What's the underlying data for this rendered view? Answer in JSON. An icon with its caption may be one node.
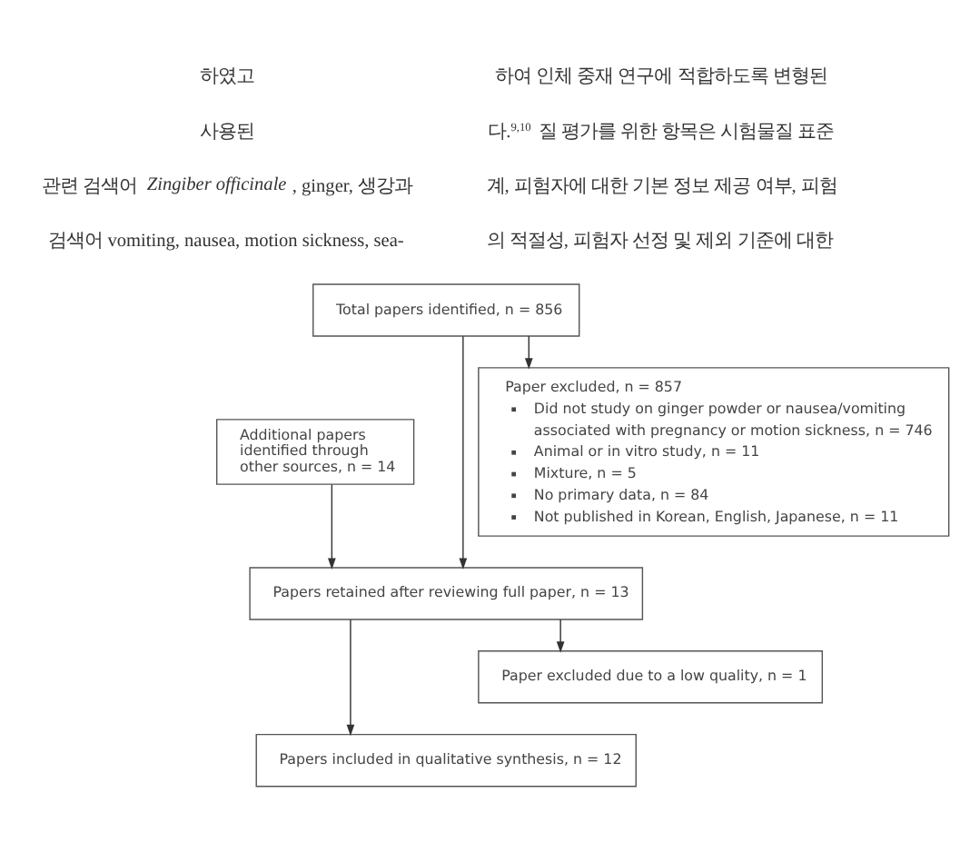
{
  "diagram": {
    "nodes": [
      {
        "text": [
          "Total papers identified, n = 856"
        ]
      },
      {
        "text": [
          "Paper excluded, n = 857",
          "Did not study on ginger powder or nausea/vomiting associated with pregnancy or motion sickness, n = 746",
          "Animal or in vitro study, n = 11",
          "Mixture, n = 5",
          "No primary data, n = 84",
          "Not published in Korean, English, Japanese, n = 11"
        ]
      },
      {
        "text": [
          "Additional papers identified through other sources, n = 14"
        ]
      },
      {
        "text": [
          "Papers retained after reviewing full paper, n = 13"
        ]
      },
      {
        "text": [
          "Paper excluded due to a low quality, n = 1"
        ]
      },
      {
        "text": [
          "Papers included in qualitative synthesis, n = 12"
        ]
      }
    ],
    "edges": [
      {
        "from": 0,
        "to": 1,
        "arrow": "to"
      },
      {
        "from": 0,
        "to": 3,
        "arrow": "to"
      },
      {
        "from": 2,
        "to": 3,
        "arrow": "to"
      },
      {
        "from": 3,
        "to": 4,
        "arrow": "to"
      },
      {
        "from": 3,
        "to": 5,
        "arrow": "to"
      }
    ],
    "labels": [
      "하였고",
      "사용된",
      "관련 검색어 *Zingiber officinale*, ginger, 생강과",
      "검색어 vomiting, nausea, motion sickness, sea-",
      "하여 인체 중재 연구에 적합하도록 변형된",
      "다.$^{9,10}$ 질 평가를 위한 항목은 시험물질 표준",
      "계, 피험자에 대한 기본 정보 제공 여부, 피험",
      "의 적절성, 피험자 선정 및 제외 기준에 대한"
    ]
  }
}
